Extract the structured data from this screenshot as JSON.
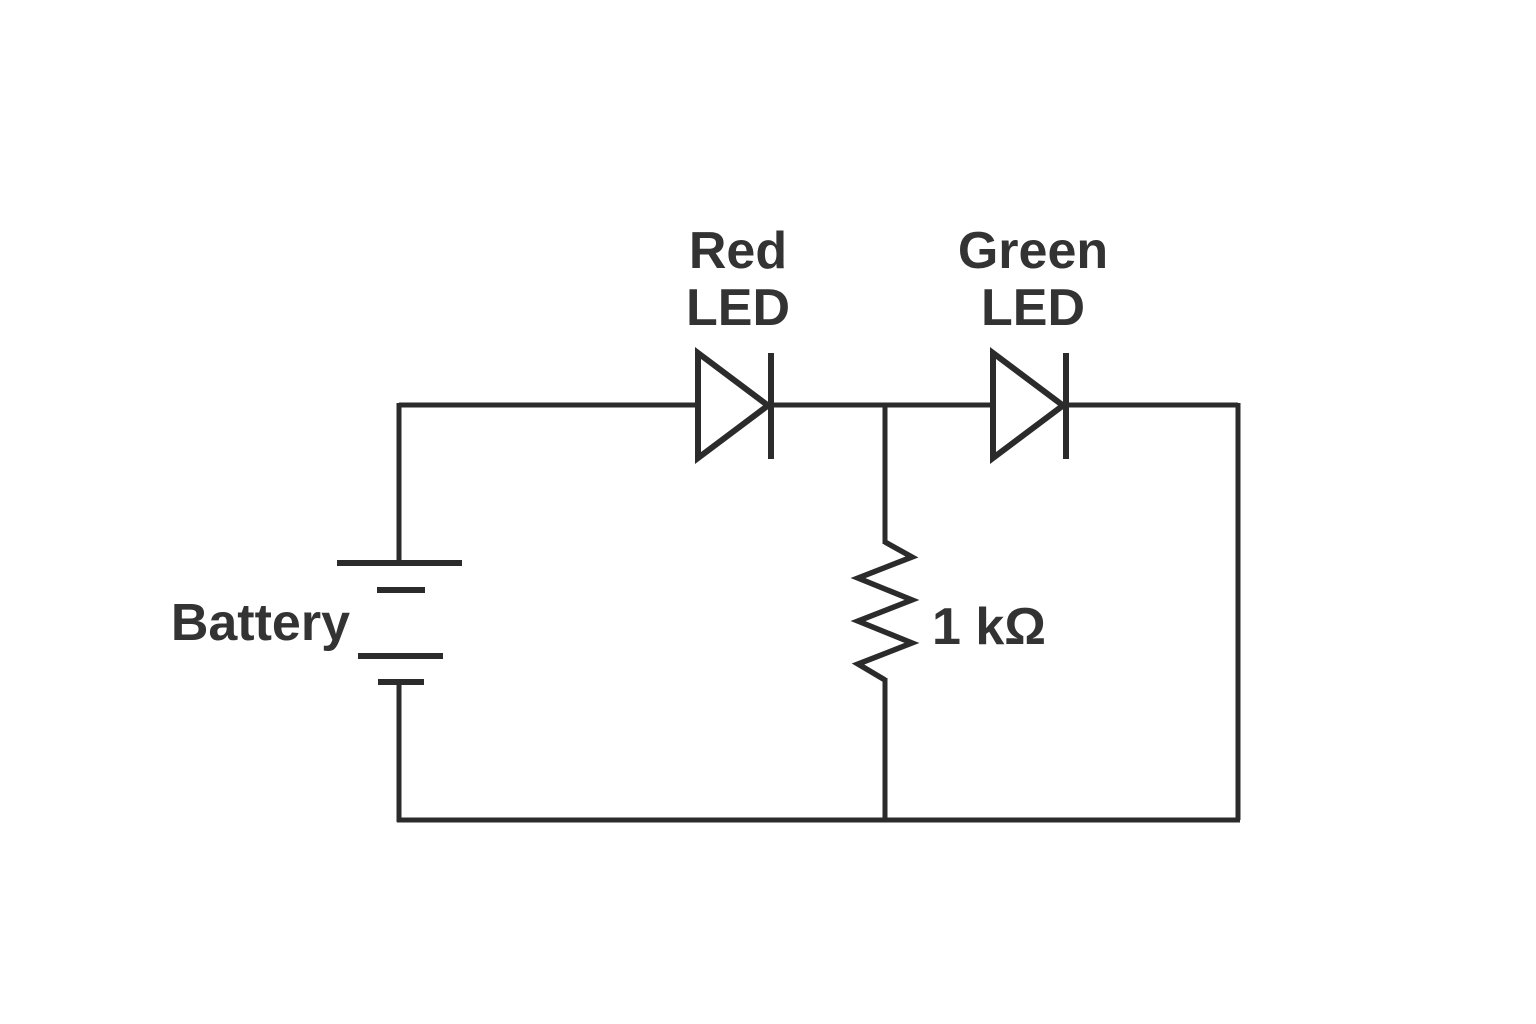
{
  "diagram": {
    "type": "circuit-schematic",
    "background_color": "#ffffff",
    "stroke_color": "#2b2b2b",
    "text_color": "#333333",
    "components": [
      {
        "id": "battery",
        "type": "battery",
        "label": "Battery"
      },
      {
        "id": "red-led",
        "type": "led-diode",
        "label": "Red LED"
      },
      {
        "id": "green-led",
        "type": "led-diode",
        "label": "Green LED"
      },
      {
        "id": "resistor",
        "type": "resistor",
        "label": "1 kΩ"
      }
    ],
    "labels": {
      "battery": "Battery",
      "red_led_line1": "Red",
      "red_led_line2": "LED",
      "green_led_line1": "Green",
      "green_led_line2": "LED",
      "resistor_value": "1 kΩ"
    }
  }
}
